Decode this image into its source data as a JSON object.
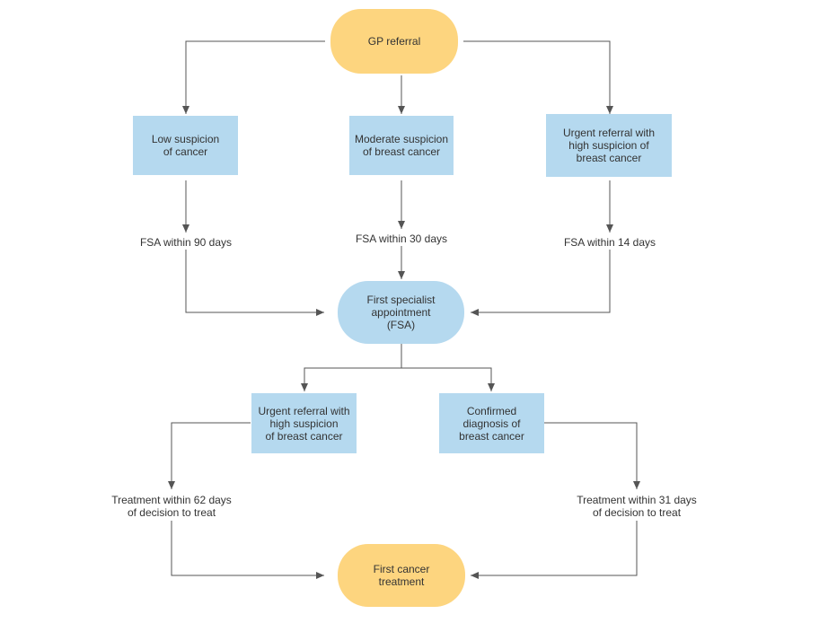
{
  "colors": {
    "terminal_fill": "#fdd57f",
    "process_fill": "#b5d9ef",
    "connector": "#555555",
    "text": "#333333"
  },
  "nodes": {
    "gp_referral": "GP referral",
    "low_suspicion": "Low suspicion\nof cancer",
    "moderate_suspicion": "Moderate suspicion\nof breast cancer",
    "urgent_referral_top": "Urgent referral with\nhigh suspicion of\nbreast cancer",
    "fsa": "First specialist\nappointment\n(FSA)",
    "urgent_referral_bottom": "Urgent referral with\nhigh suspicion\nof breast cancer",
    "confirmed_diagnosis": "Confirmed\ndiagnosis of\nbreast cancer",
    "first_treatment": "First cancer\ntreatment"
  },
  "edge_labels": {
    "fsa_90": "FSA within 90 days",
    "fsa_30": "FSA within 30 days",
    "fsa_14": "FSA within 14 days",
    "treat_62": "Treatment within 62 days\nof decision to treat",
    "treat_31": "Treatment within 31 days\nof decision to treat"
  }
}
